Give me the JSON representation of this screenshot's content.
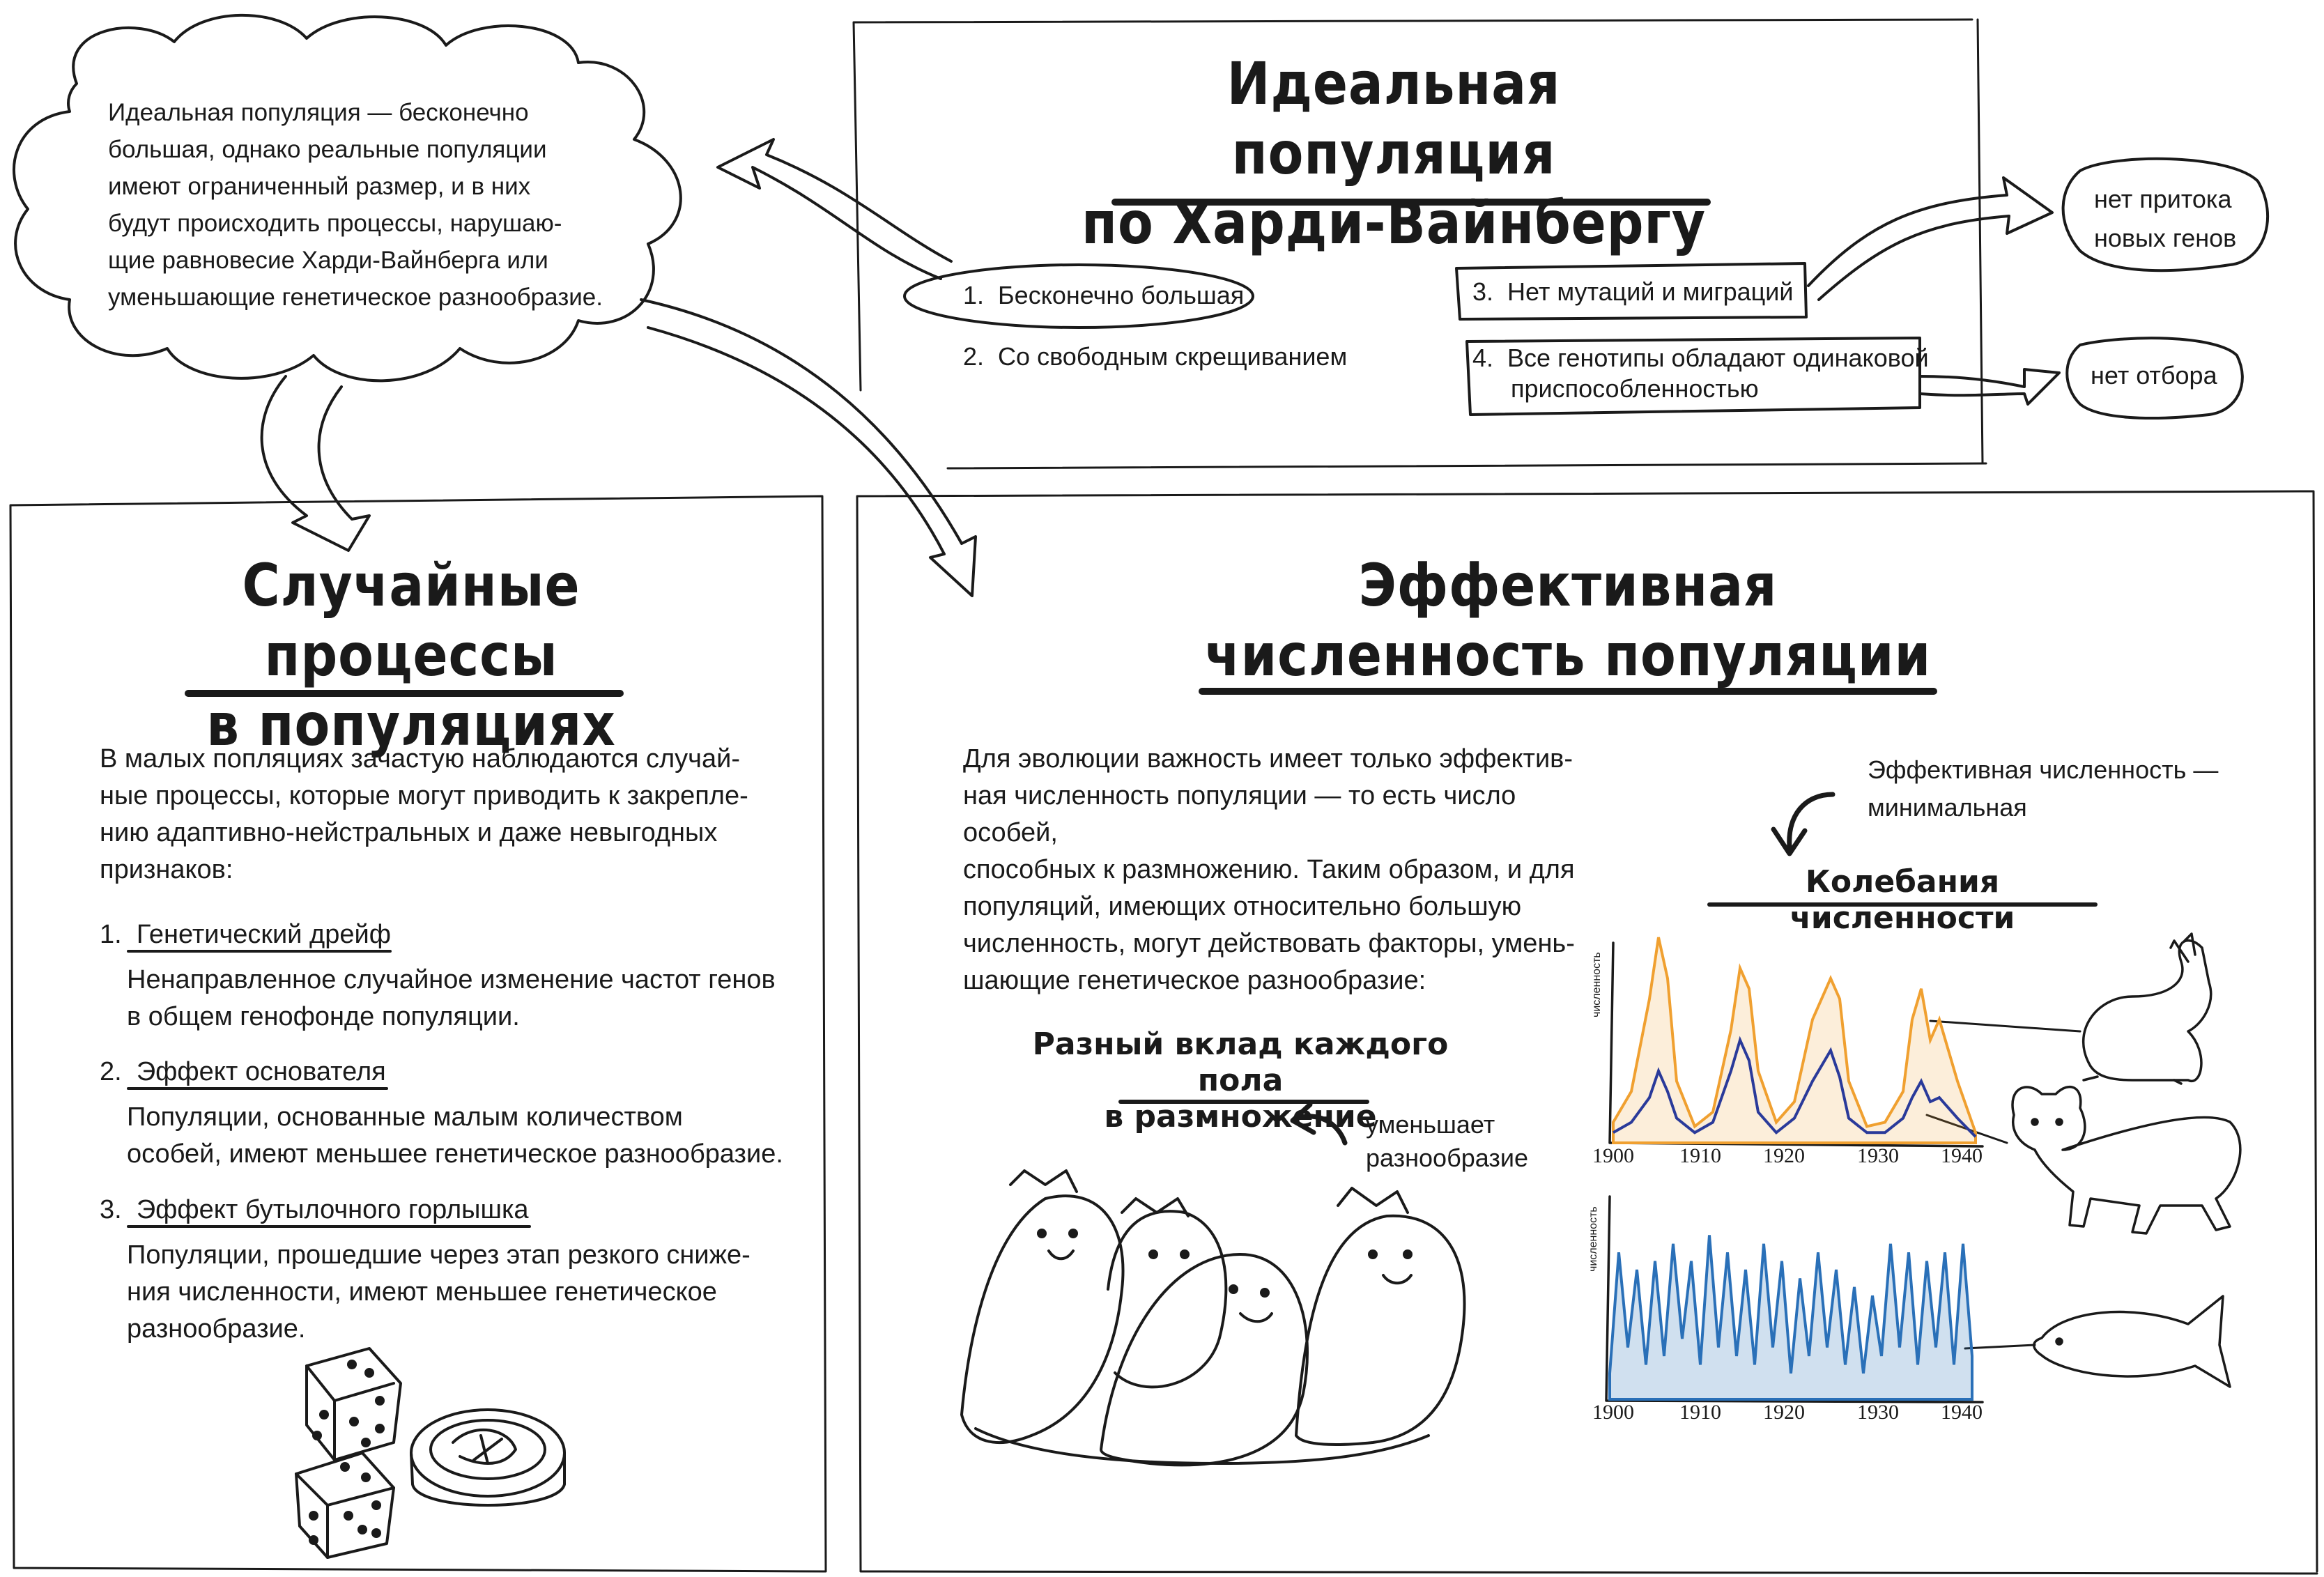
{
  "cloud": {
    "lines": [
      "Идеальная популяция — бесконечно",
      "большая, однако реальные популяции",
      "имеют ограниченный размер, и в них",
      "будут происходить процессы, нарушаю-",
      "щие равновесие Харди-Вайнберга или",
      "уменьшающие генетическое разнообразие."
    ]
  },
  "ideal": {
    "title_line1": "Идеальная популяция",
    "title_line2": "по Харди-Вайнбергу",
    "conditions": [
      {
        "num": "1.",
        "text": "Бесконечно большая"
      },
      {
        "num": "2.",
        "text": "Со свободным скрещиванием"
      },
      {
        "num": "3.",
        "text": "Нет мутаций и миграций"
      },
      {
        "num": "4.",
        "text_line1": "Все генотипы обладают одинаковой",
        "text_line2": "приспособленностью"
      }
    ],
    "note_no_genes_line1": "нет притока",
    "note_no_genes_line2": "новых генов",
    "note_no_selection": "нет отбора"
  },
  "random": {
    "title_line1": "Случайные процессы",
    "title_line2": "в популяциях",
    "intro": [
      "В малых попляциях зачастую наблюдаются случай-",
      "ные процессы, которые могут приводить к закрепле-",
      "нию адаптивно-нейстральных и даже невыгодных",
      "признаков:"
    ],
    "items": [
      {
        "num": "1.",
        "name": "Генетический дрейф",
        "desc": [
          "Ненаправленное случайное изменение частот генов",
          "в общем генофонде популяции."
        ]
      },
      {
        "num": "2.",
        "name": "Эффект основателя",
        "desc": [
          "Популяции, основанные малым количеством",
          "особей, имеют меньшее генетическое разнообразие."
        ]
      },
      {
        "num": "3.",
        "name": "Эффект бутылочного горлышка",
        "desc": [
          "Популяции, прошедшие через этап резкого сниже-",
          "ния численности, имеют меньшее генетическое",
          "разнообразие."
        ]
      }
    ]
  },
  "effective": {
    "title_line1": "Эффективная",
    "title_line2": "численность популяции",
    "intro": [
      "Для эволюции важность имеет только эффектив-",
      "ная численность популяции — то есть число особей,",
      "способных к размножению. Таким образом, и для",
      "популяций, имеющих относительно большую",
      "численность, могут действовать факторы, умень-",
      "шающие генетическое разнообразие:"
    ],
    "minimal_note_line1": "Эффективная численность —",
    "minimal_note_line2": "минимальная",
    "fluct_title": "Колебания численности",
    "sex_title_line1": "Разный вклад каждого пола",
    "sex_title_line2": "в размножение",
    "reduces_line1": "уменьшает",
    "reduces_line2": "разнообразие"
  },
  "chart_data": [
    {
      "type": "area",
      "ylabel": "численность",
      "x_ticks": [
        "1900",
        "1910",
        "1920",
        "1930",
        "1940"
      ],
      "xlim": [
        1900,
        1940
      ],
      "series": [
        {
          "color": "#f0a030",
          "x": [
            1900,
            1902,
            1904,
            1905,
            1906,
            1907,
            1909,
            1911,
            1913,
            1914,
            1915,
            1916,
            1918,
            1920,
            1922,
            1924,
            1925,
            1926,
            1928,
            1930,
            1932,
            1933,
            1934,
            1935,
            1936,
            1938,
            1940
          ],
          "y": [
            10,
            25,
            70,
            100,
            80,
            30,
            8,
            15,
            55,
            85,
            75,
            35,
            10,
            20,
            60,
            80,
            70,
            30,
            8,
            10,
            25,
            60,
            75,
            50,
            60,
            30,
            5
          ]
        },
        {
          "color": "#2a3a9a",
          "x": [
            1900,
            1902,
            1904,
            1905,
            1906,
            1907,
            1909,
            1911,
            1913,
            1914,
            1915,
            1916,
            1918,
            1920,
            1922,
            1924,
            1925,
            1926,
            1928,
            1930,
            1932,
            1933,
            1934,
            1935,
            1936,
            1938,
            1940
          ],
          "y": [
            5,
            10,
            22,
            35,
            25,
            12,
            5,
            10,
            35,
            50,
            40,
            15,
            5,
            12,
            30,
            45,
            32,
            12,
            5,
            5,
            12,
            22,
            30,
            20,
            22,
            12,
            3
          ]
        }
      ]
    },
    {
      "type": "area",
      "ylabel": "численность",
      "x_ticks": [
        "1900",
        "1910",
        "1920",
        "1930",
        "1940"
      ],
      "xlim": [
        1900,
        1940
      ],
      "series": [
        {
          "color": "#2a70b8",
          "x": [
            1900,
            1901,
            1902,
            1903,
            1904,
            1905,
            1906,
            1907,
            1908,
            1909,
            1910,
            1911,
            1912,
            1913,
            1914,
            1915,
            1916,
            1917,
            1918,
            1919,
            1920,
            1921,
            1922,
            1923,
            1924,
            1925,
            1926,
            1927,
            1928,
            1929,
            1930,
            1931,
            1932,
            1933,
            1934,
            1935,
            1936,
            1937,
            1938,
            1939,
            1940
          ],
          "y": [
            15,
            85,
            30,
            75,
            20,
            80,
            25,
            90,
            35,
            80,
            20,
            95,
            30,
            85,
            25,
            75,
            20,
            90,
            30,
            80,
            15,
            70,
            25,
            85,
            30,
            75,
            20,
            65,
            15,
            60,
            25,
            90,
            30,
            85,
            20,
            80,
            30,
            85,
            20,
            90,
            25
          ]
        }
      ]
    }
  ]
}
